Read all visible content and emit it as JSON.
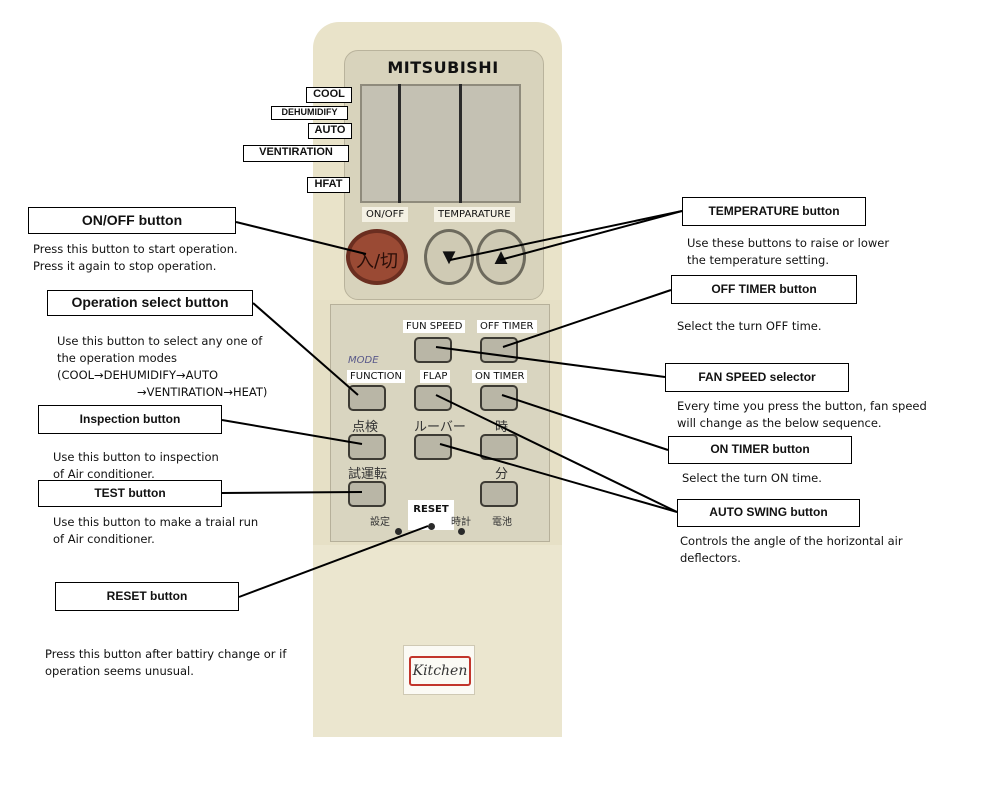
{
  "remote": {
    "brand": "MITSUBISHI",
    "top_labels": {
      "onoff": "ON/OFF",
      "temperature": "TEMPARATURE"
    },
    "onoff_glyph": "入/切",
    "down_glyph": "▼",
    "up_glyph": "▲",
    "button_labels": {
      "fun_speed": "FUN SPEED",
      "off_timer": "OFF TIMER",
      "function": "FUNCTION",
      "flap": "FLAP",
      "on_timer": "ON TIMER",
      "inspect_jp": "点検",
      "louver_jp": "ルーバー",
      "hour_jp": "時",
      "test_jp": "試運転",
      "minute_jp": "分",
      "reset": "RESET",
      "setting_jp": "設定",
      "clock_jp": "時計",
      "battery_jp": "電池"
    },
    "mode_mark": "MODE",
    "kitchen_label": "Kitchen",
    "colors": {
      "body": "#e9e3c9",
      "onoff_button": "#9a4a34",
      "kitchen_border": "#c2352b"
    }
  },
  "modes": [
    {
      "label": "COOL"
    },
    {
      "label": "DEHUMIDIFY"
    },
    {
      "label": "AUTO"
    },
    {
      "label": "VENTIRATION"
    },
    {
      "label": "HFAT"
    }
  ],
  "callouts": {
    "onoff": {
      "title": "ON/OFF  button",
      "desc": [
        "Press this button to start operation.",
        "Press it again to stop operation."
      ]
    },
    "operation": {
      "title": "Operation select button",
      "desc": [
        "Use this button to select any one of",
        "the operation modes",
        "(COOL→DEHUMIDIFY→AUTO",
        "→VENTIRATION→HEAT)"
      ]
    },
    "inspection": {
      "title": "Inspection button",
      "desc": [
        "Use this button to inspection",
        "of Air conditioner."
      ]
    },
    "test": {
      "title": "TEST button",
      "desc": [
        "Use this button to make a traial run",
        "of Air conditioner."
      ]
    },
    "reset": {
      "title": "RESET button",
      "desc": [
        "Press this button after battiry change or if",
        "operation seems unusual."
      ]
    },
    "temperature": {
      "title": "TEMPERATURE button",
      "desc": [
        "Use these buttons to raise or lower",
        "the temperature setting."
      ]
    },
    "off_timer": {
      "title": "OFF TIMER button",
      "desc": [
        "Select the turn OFF time."
      ]
    },
    "fan_speed": {
      "title": "FAN SPEED selector",
      "desc": [
        "Every time you press the button, fan speed",
        "will change as the below sequence."
      ]
    },
    "on_timer": {
      "title": "ON TIMER button",
      "desc": [
        "Select the turn ON time."
      ]
    },
    "auto_swing": {
      "title": "AUTO SWING button",
      "desc": [
        "Controls the angle of the horizontal air",
        "deflectors."
      ]
    }
  }
}
